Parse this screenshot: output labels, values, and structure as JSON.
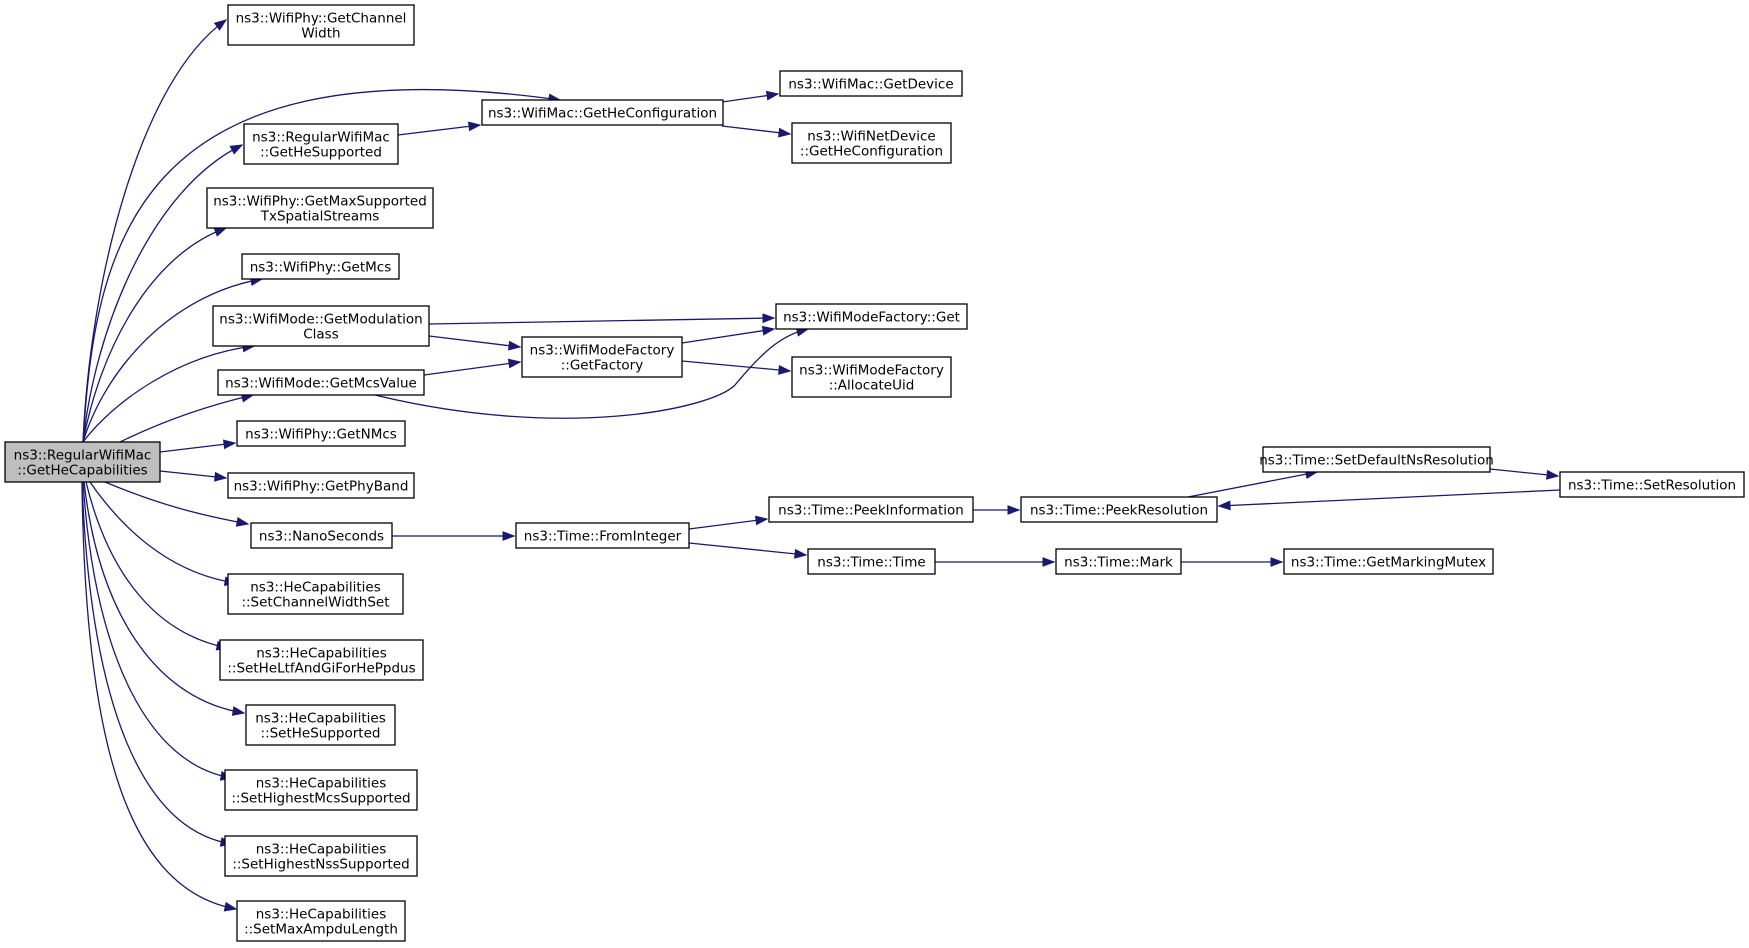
{
  "graph": {
    "nodes": [
      {
        "id": "root",
        "lines": [
          "ns3::RegularWifiMac",
          "::GetHeCapabilities"
        ],
        "root": true
      },
      {
        "id": "phy_getchannelwidth",
        "lines": [
          "ns3::WifiPhy::GetChannel",
          "Width"
        ]
      },
      {
        "id": "mac_gethesupported",
        "lines": [
          "ns3::RegularWifiMac",
          "::GetHeSupported"
        ]
      },
      {
        "id": "mac_gethecfg",
        "lines": [
          "ns3::WifiMac::GetHeConfiguration"
        ]
      },
      {
        "id": "mac_getdevice",
        "lines": [
          "ns3::WifiMac::GetDevice"
        ]
      },
      {
        "id": "netdev_gethecfg",
        "lines": [
          "ns3::WifiNetDevice",
          "::GetHeConfiguration"
        ]
      },
      {
        "id": "phy_getmaxsupported",
        "lines": [
          "ns3::WifiPhy::GetMaxSupported",
          "TxSpatialStreams"
        ]
      },
      {
        "id": "phy_getmcs",
        "lines": [
          "ns3::WifiPhy::GetMcs"
        ]
      },
      {
        "id": "mode_getmodclass",
        "lines": [
          "ns3::WifiMode::GetModulation",
          "Class"
        ]
      },
      {
        "id": "factory_get",
        "lines": [
          "ns3::WifiModeFactory::Get"
        ]
      },
      {
        "id": "factory_getfactory",
        "lines": [
          "ns3::WifiModeFactory",
          "::GetFactory"
        ]
      },
      {
        "id": "factory_allocateuid",
        "lines": [
          "ns3::WifiModeFactory",
          "::AllocateUid"
        ]
      },
      {
        "id": "mode_getmcsvalue",
        "lines": [
          "ns3::WifiMode::GetMcsValue"
        ]
      },
      {
        "id": "phy_getnmcs",
        "lines": [
          "ns3::WifiPhy::GetNMcs"
        ]
      },
      {
        "id": "phy_getphyband",
        "lines": [
          "ns3::WifiPhy::GetPhyBand"
        ]
      },
      {
        "id": "nanoseconds",
        "lines": [
          "ns3::NanoSeconds"
        ]
      },
      {
        "id": "time_frominteger",
        "lines": [
          "ns3::Time::FromInteger"
        ]
      },
      {
        "id": "time_peekinformation",
        "lines": [
          "ns3::Time::PeekInformation"
        ]
      },
      {
        "id": "time_peekresolution",
        "lines": [
          "ns3::Time::PeekResolution"
        ]
      },
      {
        "id": "time_setdefaultns",
        "lines": [
          "ns3::Time::SetDefaultNsResolution"
        ]
      },
      {
        "id": "time_setresolution",
        "lines": [
          "ns3::Time::SetResolution"
        ]
      },
      {
        "id": "time_time",
        "lines": [
          "ns3::Time::Time"
        ]
      },
      {
        "id": "time_mark",
        "lines": [
          "ns3::Time::Mark"
        ]
      },
      {
        "id": "time_getmarkingmutex",
        "lines": [
          "ns3::Time::GetMarkingMutex"
        ]
      },
      {
        "id": "hecap_setchannelwidthset",
        "lines": [
          "ns3::HeCapabilities",
          "::SetChannelWidthSet"
        ]
      },
      {
        "id": "hecap_setheltf",
        "lines": [
          "ns3::HeCapabilities",
          "::SetHeLtfAndGiForHePpdus"
        ]
      },
      {
        "id": "hecap_sethesupported",
        "lines": [
          "ns3::HeCapabilities",
          "::SetHeSupported"
        ]
      },
      {
        "id": "hecap_sethighestmcs",
        "lines": [
          "ns3::HeCapabilities",
          "::SetHighestMcsSupported"
        ]
      },
      {
        "id": "hecap_sethighestnss",
        "lines": [
          "ns3::HeCapabilities",
          "::SetHighestNssSupported"
        ]
      },
      {
        "id": "hecap_setmaxampdu",
        "lines": [
          "ns3::HeCapabilities",
          "::SetMaxAmpduLength"
        ]
      }
    ],
    "edges": [
      {
        "from": "root",
        "to": "phy_getchannelwidth"
      },
      {
        "from": "root",
        "to": "mac_gethecfg"
      },
      {
        "from": "root",
        "to": "mac_gethesupported"
      },
      {
        "from": "root",
        "to": "phy_getmaxsupported"
      },
      {
        "from": "root",
        "to": "phy_getmcs"
      },
      {
        "from": "root",
        "to": "mode_getmodclass"
      },
      {
        "from": "root",
        "to": "mode_getmcsvalue"
      },
      {
        "from": "root",
        "to": "phy_getnmcs"
      },
      {
        "from": "root",
        "to": "phy_getphyband"
      },
      {
        "from": "root",
        "to": "nanoseconds"
      },
      {
        "from": "root",
        "to": "hecap_setchannelwidthset"
      },
      {
        "from": "root",
        "to": "hecap_setheltf"
      },
      {
        "from": "root",
        "to": "hecap_sethesupported"
      },
      {
        "from": "root",
        "to": "hecap_sethighestmcs"
      },
      {
        "from": "root",
        "to": "hecap_sethighestnss"
      },
      {
        "from": "root",
        "to": "hecap_setmaxampdu"
      },
      {
        "from": "mac_gethesupported",
        "to": "mac_gethecfg"
      },
      {
        "from": "mac_gethecfg",
        "to": "mac_getdevice"
      },
      {
        "from": "mac_gethecfg",
        "to": "netdev_gethecfg"
      },
      {
        "from": "mode_getmodclass",
        "to": "factory_get"
      },
      {
        "from": "mode_getmodclass",
        "to": "factory_getfactory"
      },
      {
        "from": "mode_getmcsvalue",
        "to": "factory_getfactory"
      },
      {
        "from": "mode_getmcsvalue",
        "to": "factory_get"
      },
      {
        "from": "factory_getfactory",
        "to": "factory_get"
      },
      {
        "from": "factory_getfactory",
        "to": "factory_allocateuid"
      },
      {
        "from": "nanoseconds",
        "to": "time_frominteger"
      },
      {
        "from": "time_frominteger",
        "to": "time_peekinformation"
      },
      {
        "from": "time_frominteger",
        "to": "time_time"
      },
      {
        "from": "time_peekinformation",
        "to": "time_peekresolution"
      },
      {
        "from": "time_peekresolution",
        "to": "time_setdefaultns"
      },
      {
        "from": "time_setdefaultns",
        "to": "time_setresolution"
      },
      {
        "from": "time_setresolution",
        "to": "time_peekresolution"
      },
      {
        "from": "time_time",
        "to": "time_mark"
      },
      {
        "from": "time_mark",
        "to": "time_getmarkingmutex"
      }
    ]
  }
}
